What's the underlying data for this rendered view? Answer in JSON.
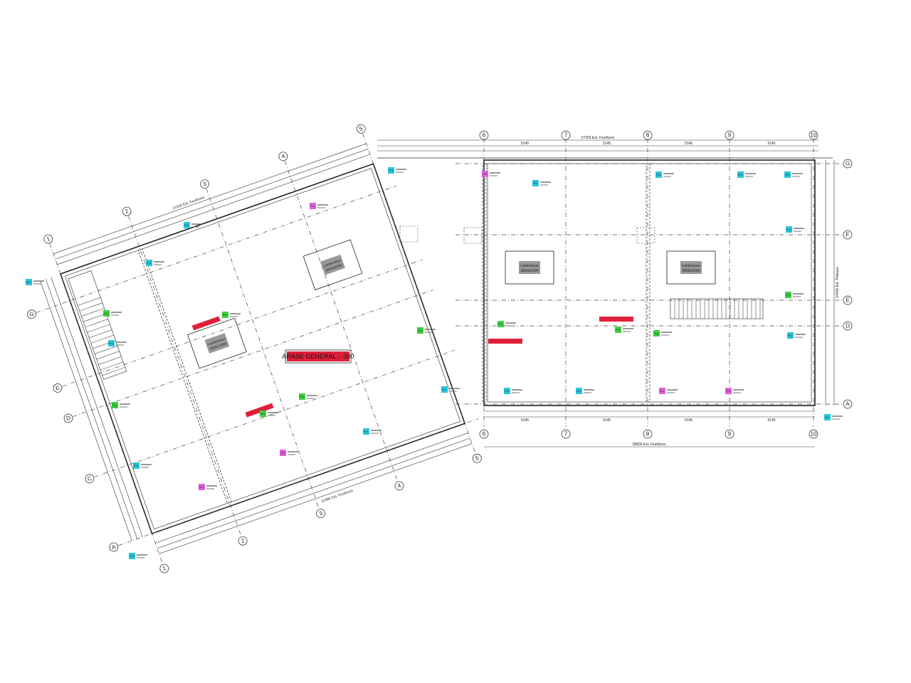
{
  "colors": {
    "tag_cyan": "#29c6d8",
    "tag_green": "#3fcf3f",
    "tag_magenta": "#e25fe0",
    "warning_red": "#e0203a",
    "line": "#222222"
  },
  "left_building": {
    "top_dimension": "21520 Ext. Feuillures",
    "bottom_dimension": "21984 Ext. Feuillures",
    "column_labels": [
      "1",
      "2",
      "3",
      "4",
      "5"
    ],
    "row_labels": [
      "G",
      "E",
      "D",
      "C",
      "A"
    ],
    "skylights": [
      {
        "label": "Lanterneau",
        "size": "3000x2000"
      },
      {
        "label": "Lanterneau",
        "size": "3000x2000"
      }
    ],
    "level_label": "ARASE GENERAL : -300"
  },
  "right_building": {
    "top_dimension": "27259 Ext. Feuillures",
    "bottom_dimension": "28800 Ext. Feuillures",
    "side_dimension": "14430 Ext. Pateaux",
    "column_labels": [
      "6",
      "7",
      "8",
      "9",
      "10"
    ],
    "row_labels": [
      "G",
      "F",
      "E",
      "D",
      "A"
    ],
    "bay_dimensions": [
      "5145",
      "5145",
      "5145",
      "5145"
    ],
    "skylights": [
      {
        "label": "Lanterneau",
        "size": "3000x2000"
      },
      {
        "label": "Lanterneau",
        "size": "3000x2000"
      }
    ]
  },
  "tag_label": "Pr1"
}
